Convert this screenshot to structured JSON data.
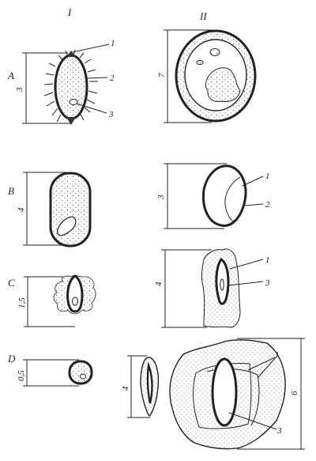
{
  "columns": {
    "col1": "I",
    "col2": "II"
  },
  "rows": {
    "row_a": "A",
    "row_b": "B",
    "row_c": "C",
    "row_d": "D"
  },
  "dimensions": {
    "a1": "3",
    "b1": "4",
    "c1": "1,5",
    "d1": "0,5",
    "a2": "7",
    "b2": "3",
    "c2": "4",
    "d2a": "4",
    "d2b": "6"
  },
  "callouts": {
    "one": "1",
    "two": "2",
    "three": "3"
  },
  "colors": {
    "ink": "#222222",
    "paper": "#ffffff",
    "stipple": "#555555"
  }
}
